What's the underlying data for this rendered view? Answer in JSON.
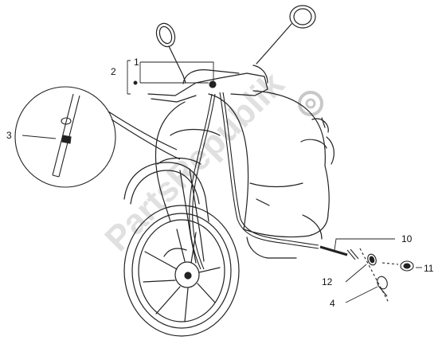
{
  "diagram": {
    "callouts": {
      "c1": "1",
      "c2": "2",
      "c3": "3",
      "c4": "4",
      "c10": "10",
      "c11": "11",
      "c12": "12"
    },
    "watermark": "PartsRepublik"
  },
  "colors": {
    "line": "#222222",
    "watermark": "#c8c8c8",
    "background": "#ffffff"
  }
}
